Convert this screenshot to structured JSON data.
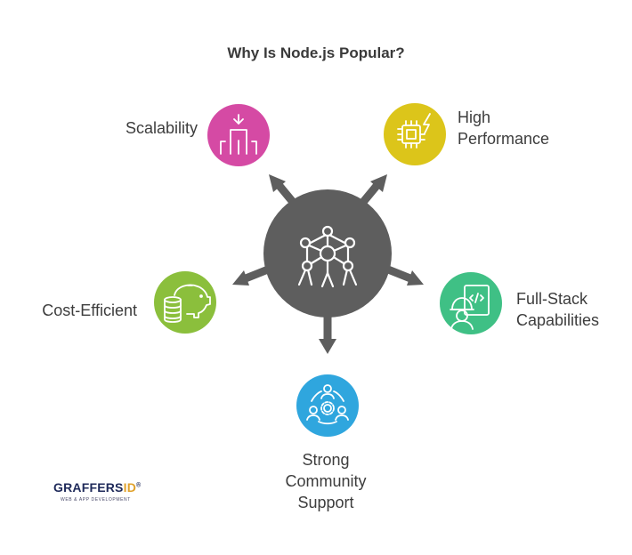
{
  "title": "Why Is Node.js Popular?",
  "hub": {
    "icon": "molecule-network-icon",
    "color": "#5e5e5e"
  },
  "arrow_color": "#5e5e5e",
  "nodes": [
    {
      "id": "scalability",
      "label_lines": [
        "Scalability"
      ],
      "icon": "scale-up-arrow-icon",
      "color": "#d54aa4"
    },
    {
      "id": "performance",
      "label_lines": [
        "High",
        "Performance"
      ],
      "icon": "chip-lightning-icon",
      "color": "#dcc51a"
    },
    {
      "id": "cost",
      "label_lines": [
        "Cost-Efficient"
      ],
      "icon": "piggy-bank-coins-icon",
      "color": "#8bbf3c"
    },
    {
      "id": "fullstack",
      "label_lines": [
        "Full-Stack",
        "Capabilities"
      ],
      "icon": "developer-code-icon",
      "color": "#3fc085"
    },
    {
      "id": "community",
      "label_lines": [
        "Strong",
        "Community",
        "Support"
      ],
      "icon": "people-gear-icon",
      "color": "#2fa6de"
    }
  ],
  "logo": {
    "prefix": "GRAFFERS",
    "accent": "ID",
    "mark": "®",
    "tagline": "WEB & APP DEVELOPMENT"
  }
}
